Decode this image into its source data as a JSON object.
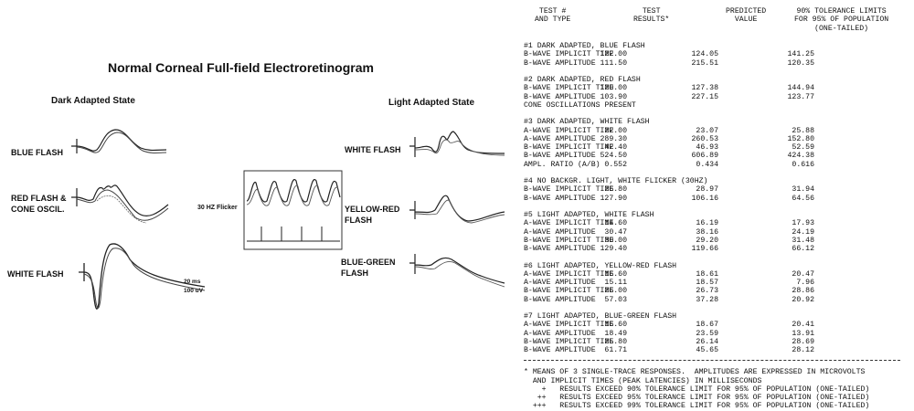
{
  "left": {
    "title": "Normal Corneal Full-field Electroretinogram",
    "dark_state": "Dark Adapted State",
    "light_state": "Light Adapted State",
    "labels": {
      "blue_flash": "BLUE FLASH",
      "red_flash_1": "RED FLASH &",
      "red_flash_2": "CONE OSCIL.",
      "white_flash_dark": "WHITE FLASH",
      "flicker": "30 HZ Flicker",
      "white_flash_light": "WHITE FLASH",
      "yellow_red_1": "YELLOW-RED",
      "yellow_red_2": "FLASH",
      "blue_green_1": "BLUE-GREEN",
      "blue_green_2": "FLASH"
    },
    "scale_marks": {
      "white_ms": "20 ms",
      "white_uv": "100 uV"
    }
  },
  "table": {
    "headers": {
      "test": "TEST #\nAND TYPE",
      "results": "TEST\nRESULTS*",
      "predicted": "PREDICTED\nVALUE",
      "tolerance": "90% TOLERANCE LIMITS\nFOR 95% OF POPULATION\n(ONE-TAILED)"
    },
    "groups": [
      {
        "title": "#1 DARK ADAPTED, BLUE FLASH",
        "rows": [
          {
            "name": "B-WAVE IMPLICIT TIME",
            "result": "122.00",
            "predicted": "124.05",
            "limit": "141.25"
          },
          {
            "name": "B-WAVE AMPLITUDE",
            "result": "111.50",
            "predicted": "215.51",
            "limit": "120.35"
          }
        ]
      },
      {
        "title": "#2 DARK ADAPTED, RED FLASH",
        "rows": [
          {
            "name": "B-WAVE IMPLICIT TIME",
            "result": "120.00",
            "predicted": "127.38",
            "limit": "144.94"
          },
          {
            "name": "B-WAVE AMPLITUDE",
            "result": "103.90",
            "predicted": "227.15",
            "limit": "123.77"
          },
          {
            "name": "CONE OSCILLATIONS PRESENT",
            "result": "",
            "predicted": "",
            "limit": ""
          }
        ]
      },
      {
        "title": "#3 DARK ADAPTED, WHITE FLASH",
        "rows": [
          {
            "name": "A-WAVE IMPLICIT TIME",
            "result": "22.00",
            "predicted": "23.07",
            "limit": "25.88"
          },
          {
            "name": "A-WAVE AMPLITUDE",
            "result": "289.30",
            "predicted": "260.53",
            "limit": "152.80"
          },
          {
            "name": "B-WAVE IMPLICIT TIME",
            "result": "42.40",
            "predicted": "46.93",
            "limit": "52.59"
          },
          {
            "name": "B-WAVE AMPLITUDE",
            "result": "524.50",
            "predicted": "606.89",
            "limit": "424.38"
          },
          {
            "name": "AMPL. RATIO (A/B)",
            "result": "0.552",
            "predicted": "0.434",
            "limit": "0.616"
          }
        ]
      },
      {
        "title": "#4 NO BACKGR. LIGHT, WHITE FLICKER (30HZ)",
        "rows": [
          {
            "name": "B-WAVE IMPLICIT TIME",
            "result": "26.80",
            "predicted": "28.97",
            "limit": "31.94"
          },
          {
            "name": "B-WAVE AMPLITUDE",
            "result": "127.90",
            "predicted": "106.16",
            "limit": "64.56"
          }
        ]
      },
      {
        "title": "#5 LIGHT ADAPTED, WHITE FLASH",
        "rows": [
          {
            "name": "A-WAVE IMPLICIT TIME",
            "result": "14.60",
            "predicted": "16.19",
            "limit": "17.93"
          },
          {
            "name": "A-WAVE AMPLITUDE",
            "result": "30.47",
            "predicted": "38.16",
            "limit": "24.19"
          },
          {
            "name": "B-WAVE IMPLICIT TIME",
            "result": "30.00",
            "predicted": "29.20",
            "limit": "31.48"
          },
          {
            "name": "B-WAVE AMPLITUDE",
            "result": "129.40",
            "predicted": "119.66",
            "limit": "66.12"
          }
        ]
      },
      {
        "title": "#6 LIGHT ADAPTED, YELLOW-RED FLASH",
        "rows": [
          {
            "name": "A-WAVE IMPLICIT TIME",
            "result": "16.60",
            "predicted": "18.61",
            "limit": "20.47"
          },
          {
            "name": "A-WAVE AMPLITUDE",
            "result": "15.11",
            "predicted": "18.57",
            "limit": "7.96"
          },
          {
            "name": "B-WAVE IMPLICIT TIME",
            "result": "26.00",
            "predicted": "26.73",
            "limit": "28.86"
          },
          {
            "name": "B-WAVE AMPLITUDE",
            "result": "57.03",
            "predicted": "37.28",
            "limit": "20.92"
          }
        ]
      },
      {
        "title": "#7 LIGHT ADAPTED, BLUE-GREEN FLASH",
        "rows": [
          {
            "name": "A-WAVE IMPLICIT TIME",
            "result": "16.60",
            "predicted": "18.67",
            "limit": "20.41"
          },
          {
            "name": "A-WAVE AMPLITUDE",
            "result": "18.49",
            "predicted": "23.59",
            "limit": "13.91"
          },
          {
            "name": "B-WAVE IMPLICIT TIME",
            "result": "25.80",
            "predicted": "26.14",
            "limit": "28.69"
          },
          {
            "name": "B-WAVE AMPLITUDE",
            "result": "61.71",
            "predicted": "45.65",
            "limit": "28.12"
          }
        ]
      }
    ],
    "footnotes": [
      "* MEANS OF 3 SINGLE-TRACE RESPONSES.  AMPLITUDES ARE EXPRESSED IN MICROVOLTS",
      "  AND IMPLICIT TIMES (PEAK LATENCIES) IN MILLISECONDS",
      "    +   RESULTS EXCEED 90% TOLERANCE LIMIT FOR 95% OF POPULATION (ONE-TAILED)",
      "   ++   RESULTS EXCEED 95% TOLERANCE LIMIT FOR 95% OF POPULATION (ONE-TAILED)",
      "  +++   RESULTS EXCEED 99% TOLERANCE LIMIT FOR 95% OF POPULATION (ONE-TAILED)"
    ]
  }
}
